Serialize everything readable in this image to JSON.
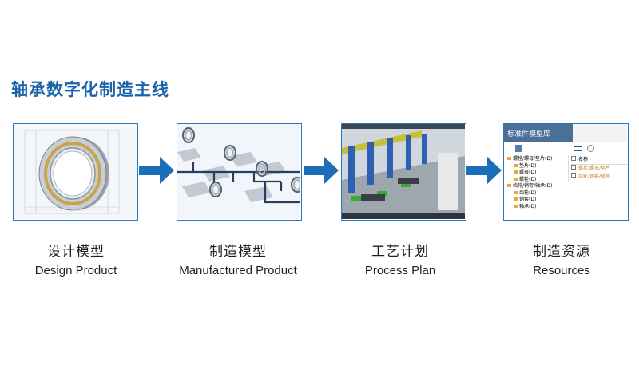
{
  "title": "轴承数字化制造主线",
  "colors": {
    "accent": "#1a63a8",
    "arrow": "#1b6fb8",
    "panel_border": "#2a78c2"
  },
  "steps": [
    {
      "cn": "设计模型",
      "en": "Design Product"
    },
    {
      "cn": "制造模型",
      "en": "Manufactured Product"
    },
    {
      "cn": "工艺计划",
      "en": "Process Plan"
    },
    {
      "cn": "制造资源",
      "en": "Resources"
    }
  ],
  "resources_window": {
    "header": "标准件模型库",
    "tree": [
      "螺栓/螺母/垫片(D)",
      "垫片(D)",
      "螺母(D)",
      "螺栓(D)",
      "齿轮/销套/轴承(D)",
      "齿轮(D)",
      "销套(D)",
      "轴承(D)"
    ],
    "list_header": "名称",
    "list_items": [
      "螺栓/螺母/垫片",
      "齿轮/销套/轴承"
    ]
  }
}
